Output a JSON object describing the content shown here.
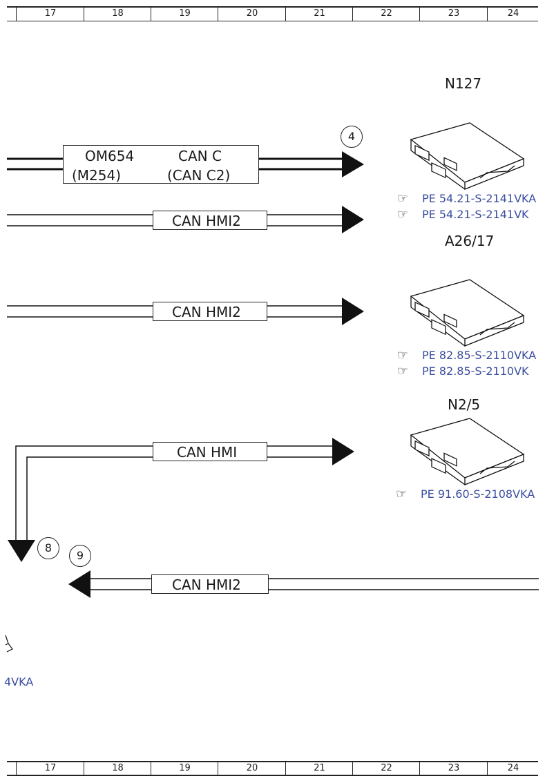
{
  "ruler": {
    "columns": [
      "17",
      "18",
      "19",
      "20",
      "21",
      "22",
      "23",
      "24"
    ]
  },
  "components": {
    "n127": {
      "name": "N127",
      "refs": [
        "PE 54.21-S-2141VKA",
        "PE 54.21-S-2141VK"
      ]
    },
    "a26_17": {
      "name": "A26/17",
      "refs": [
        "PE 82.85-S-2110VKA",
        "PE 82.85-S-2110VK"
      ]
    },
    "n2_5": {
      "name": "N2/5",
      "refs": [
        "PE 91.60-S-2108VKA"
      ]
    }
  },
  "buses": {
    "om654": {
      "line1": "OM654",
      "line2": "(M254)"
    },
    "canc": {
      "line1": "CAN C",
      "line2": "(CAN C2)"
    },
    "hmi2_a": "CAN HMI2",
    "hmi2_b": "CAN HMI2",
    "hmi": "CAN HMI",
    "hmi2_c": "CAN HMI2"
  },
  "connectors": {
    "c4": "4",
    "c8": "8",
    "c9": "9"
  },
  "left_partial": {
    "ref_fragment": "4VKA"
  },
  "icons": {
    "reference": "pointing-hand-icon",
    "control_unit": "ecu-module-icon"
  }
}
